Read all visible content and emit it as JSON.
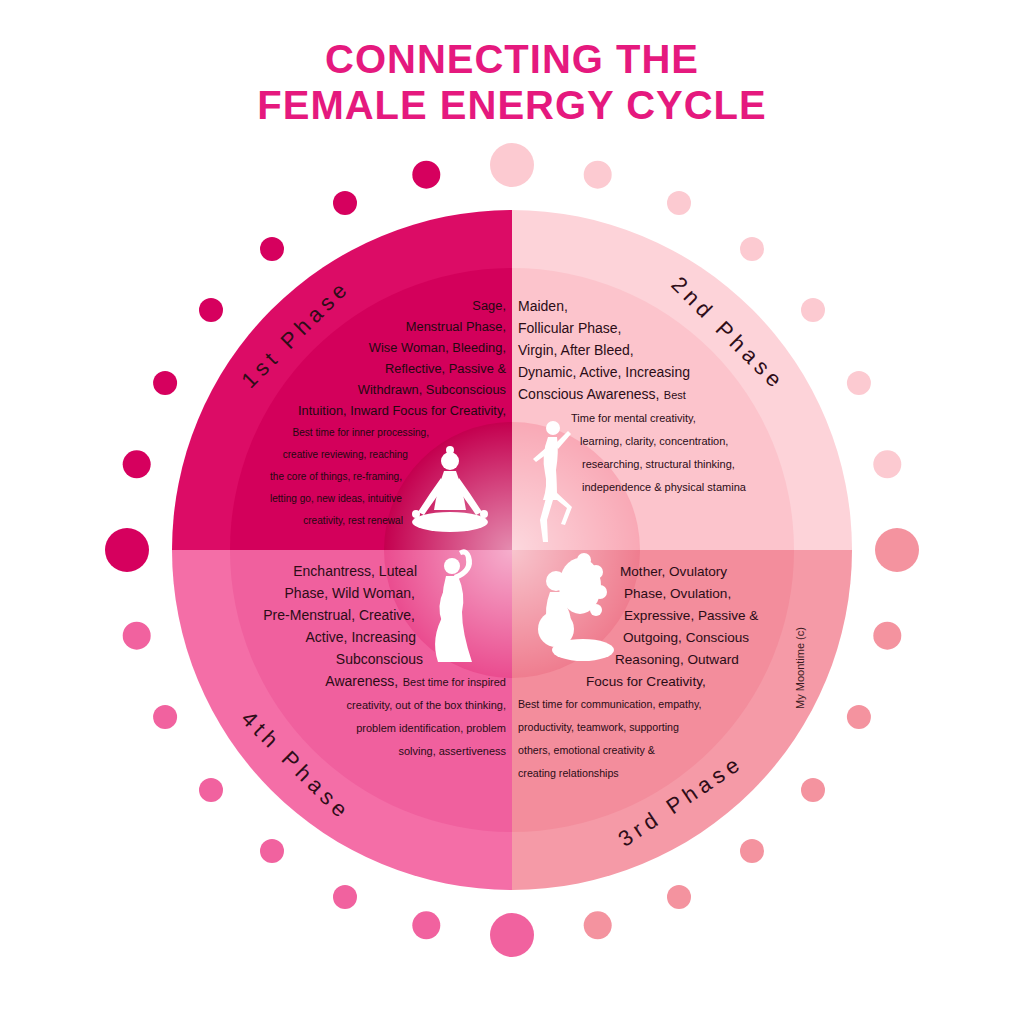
{
  "diagram": {
    "title": "CONNECTING THE FEMALE ENERGY CYCLE",
    "nodes": [
      {
        "text": [
          "1st Phase",
          "Sage, Menstrual Phase, Wise Woman, Bleeding, Reflective, Passive & Withdrawn, Subconscious Intuition, Inward Focus for Creativity,",
          "Best time for inner processing, creative reviewing, reaching the core of things, re-framing, letting go, new ideas, intuitive creativity, rest renewal"
        ]
      },
      {
        "text": [
          "2nd Phase",
          "Maiden, Follicular Phase, Virgin, After Bleed, Dynamic, Active, Increasing Conscious Awareness,",
          "Best Time for mental creativity, learning, clarity, concentration, researching, structural thinking, independence & physical stamina"
        ]
      },
      {
        "text": [
          "3rd Phase",
          "Mother, Ovulatory Phase, Ovulation, Expressive, Passive & Outgoing, Conscious Reasoning, Outward Focus for Creativity,",
          "Best time for communication, empathy, productivity, teamwork, supporting others, emotional creativity & creating relationships"
        ]
      },
      {
        "text": [
          "4th Phase",
          "Enchantress, Luteal Phase, Wild Woman, Pre-Menstrual, Creative, Active, Increasing Subconscious Awareness,",
          "Best time for inspired creativity, out of the box thinking, problem identification, problem solving, assertiveness"
        ]
      }
    ],
    "labels": [
      "My Moontime (c)"
    ]
  }
}
